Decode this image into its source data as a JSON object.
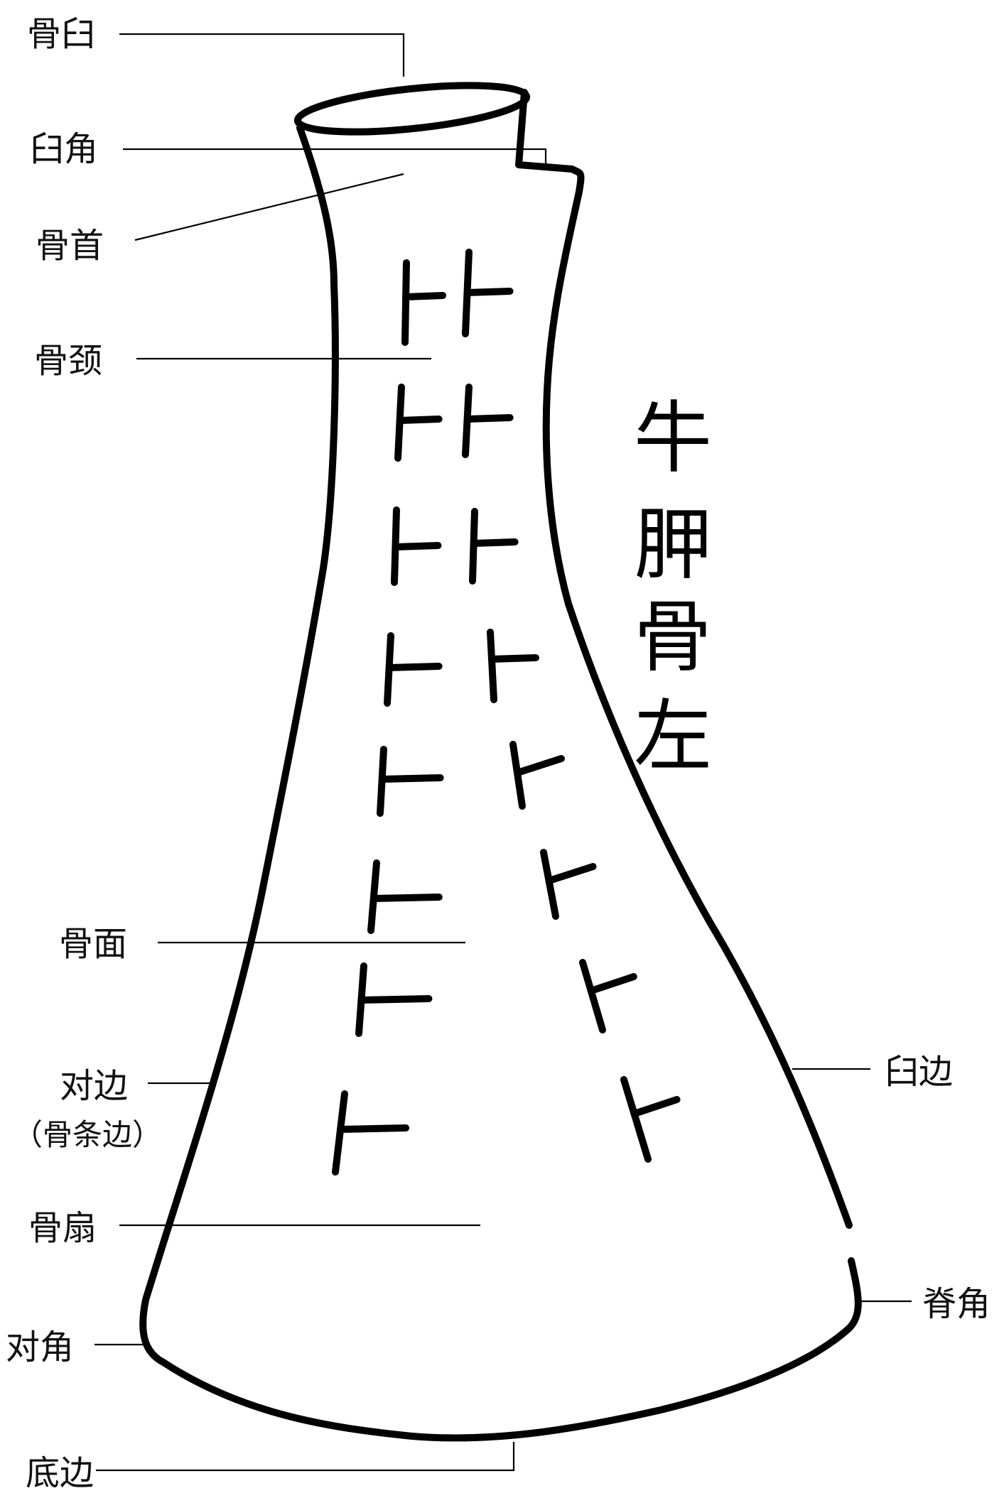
{
  "title_chars": [
    "牛",
    "胛",
    "骨",
    "左"
  ],
  "labels": {
    "gujiu": "骨臼",
    "jiujiao": "臼角",
    "gushou": "骨首",
    "gujing": "骨颈",
    "gumian": "骨面",
    "duibian": "对边",
    "duibian_alt": "（骨条边）",
    "gushan": "骨扇",
    "duijiao": "对角",
    "dibian": "底边",
    "jiubian": "臼边",
    "jijiao": "脊角"
  },
  "crack_marks": {
    "count": 16,
    "shape": "卜"
  }
}
